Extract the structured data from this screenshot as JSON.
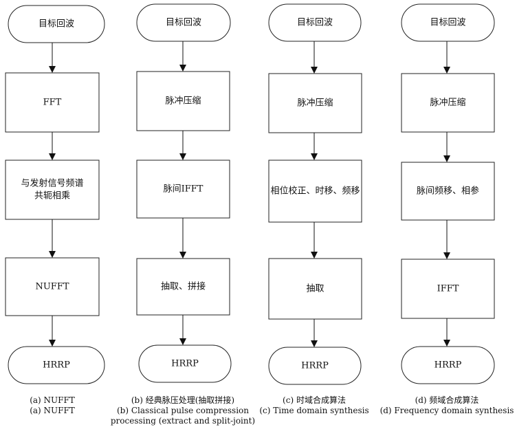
{
  "flowcharts": [
    {
      "id": "a",
      "nodes": [
        {
          "shape": "terminal",
          "lines": [
            "目标回波"
          ]
        },
        {
          "shape": "process",
          "lines": [
            "FFT"
          ]
        },
        {
          "shape": "process",
          "lines": [
            "与发射信号频谱",
            "共轭相乘"
          ]
        },
        {
          "shape": "process",
          "lines": [
            "NUFFT"
          ]
        },
        {
          "shape": "terminal",
          "lines": [
            "HRRP"
          ]
        }
      ],
      "caption": [
        "(a) NUFFT",
        "(a) NUFFT"
      ]
    },
    {
      "id": "b",
      "nodes": [
        {
          "shape": "terminal",
          "lines": [
            "目标回波"
          ]
        },
        {
          "shape": "process",
          "lines": [
            "脉冲压缩"
          ]
        },
        {
          "shape": "process",
          "lines": [
            "脉间IFFT"
          ]
        },
        {
          "shape": "process",
          "lines": [
            "抽取、拼接"
          ]
        },
        {
          "shape": "terminal",
          "lines": [
            "HRRP"
          ]
        }
      ],
      "caption": [
        "(b) 经典脉压处理(抽取拼接)",
        "(b) Classical pulse compression",
        "processing (extract and split-joint)"
      ]
    },
    {
      "id": "c",
      "nodes": [
        {
          "shape": "terminal",
          "lines": [
            "目标回波"
          ]
        },
        {
          "shape": "process",
          "lines": [
            "脉冲压缩"
          ]
        },
        {
          "shape": "process",
          "lines": [
            "相位校正、时移、频移"
          ]
        },
        {
          "shape": "process",
          "lines": [
            "抽取"
          ]
        },
        {
          "shape": "terminal",
          "lines": [
            "HRRP"
          ]
        }
      ],
      "caption": [
        "(c) 时域合成算法",
        "(c) Time domain synthesis"
      ]
    },
    {
      "id": "d",
      "nodes": [
        {
          "shape": "terminal",
          "lines": [
            "目标回波"
          ]
        },
        {
          "shape": "process",
          "lines": [
            "脉冲压缩"
          ]
        },
        {
          "shape": "process",
          "lines": [
            "脉间频移、相参"
          ]
        },
        {
          "shape": "process",
          "lines": [
            "IFFT"
          ]
        },
        {
          "shape": "terminal",
          "lines": [
            "HRRP"
          ]
        }
      ],
      "caption": [
        "(d) 频域合成算法",
        "(d) Frequency domain synthesis"
      ]
    }
  ]
}
